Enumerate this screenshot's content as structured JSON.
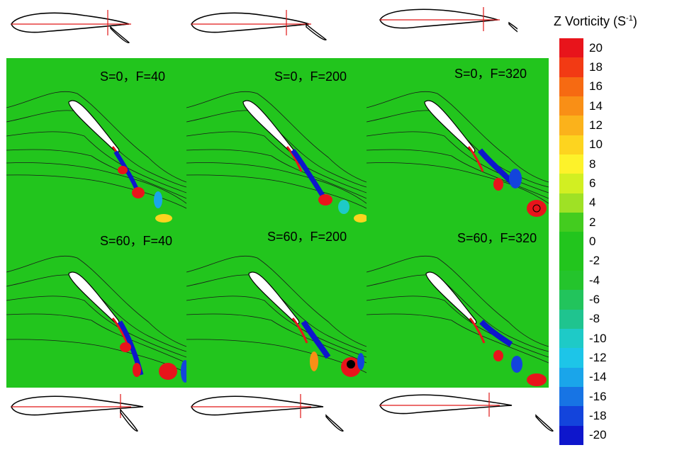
{
  "panels": [
    {
      "label": "S=0，F=40"
    },
    {
      "label": "S=0，F=200"
    },
    {
      "label": "S=0，F=320"
    },
    {
      "label": "S=60，F=40"
    },
    {
      "label": "S=60，F=200"
    },
    {
      "label": "S=60，F=320"
    }
  ],
  "colorbar": {
    "title": "Z Vorticity",
    "unit": "(S",
    "unit_exp": "-1",
    "unit_close": ")",
    "ticks": [
      "20",
      "18",
      "16",
      "14",
      "12",
      "10",
      "8",
      "6",
      "4",
      "2",
      "0",
      "-2",
      "-4",
      "-6",
      "-8",
      "-10",
      "-12",
      "-14",
      "-16",
      "-18",
      "-20"
    ],
    "colors": [
      "#e8141b",
      "#f23a14",
      "#f66a12",
      "#f98f16",
      "#fbb21b",
      "#fdd41f",
      "#fdf22a",
      "#d2ef22",
      "#9fe125",
      "#43cc1f",
      "#22c51d",
      "#22c51d",
      "#24c42c",
      "#22c45c",
      "#1fc48f",
      "#1ecac7",
      "#1dc5e8",
      "#1aa5ea",
      "#1774e4",
      "#1344dc",
      "#0e16cc"
    ]
  },
  "colors": {
    "field": "#22c51d",
    "chord_line": "#e01818",
    "outline": "#000000"
  }
}
